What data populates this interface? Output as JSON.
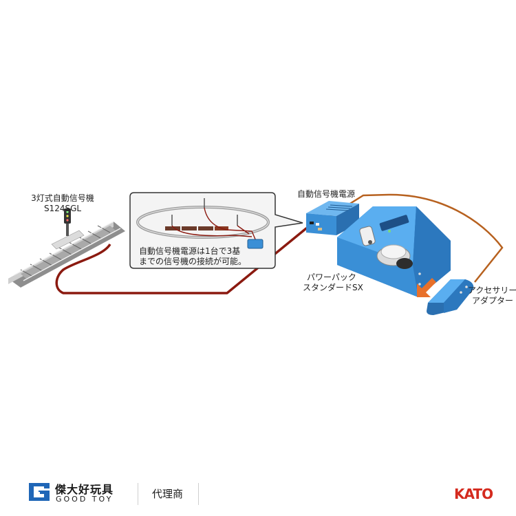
{
  "labels": {
    "signal_title": "3灯式自動信号機",
    "signal_code": "S124SGL",
    "signal_power": "自動信号機電源",
    "inset_note_line1": "自動信号機電源は1台で3基",
    "inset_note_line2": "までの信号機の接続が可能。",
    "powerpack_line1": "パワーパック",
    "powerpack_line2": "スタンダードSX",
    "adapter_line1": "アクセサリー",
    "adapter_line2": "アダプター"
  },
  "footer": {
    "brand_cn": "傑大好玩具",
    "brand_en": "GOOD TOY",
    "agent": "代理商",
    "maker": "KATO"
  },
  "colors": {
    "device_blue": "#3a8fd6",
    "device_blue_dark": "#2a6fb0",
    "cable_red": "#8b1a10",
    "cable_orange": "#b7611f",
    "arrow_orange": "#e8702a",
    "kato_red": "#d42a1e"
  },
  "icons": [
    "good-toy-logo-icon",
    "kato-logo-icon"
  ]
}
